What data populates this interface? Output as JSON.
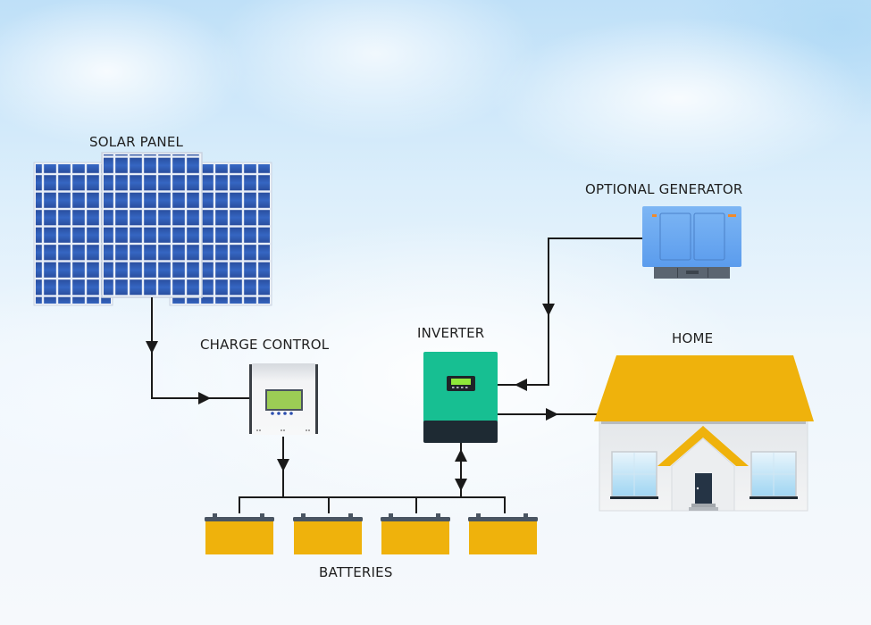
{
  "diagram": {
    "title": "Off-grid solar power system",
    "components": {
      "solar_panel": {
        "label": "SOLAR PANEL"
      },
      "charge_control": {
        "label": "CHARGE CONTROL"
      },
      "inverter": {
        "label": "INVERTER"
      },
      "optional_generator": {
        "label": "OPTIONAL GENERATOR"
      },
      "home": {
        "label": "HOME"
      },
      "batteries": {
        "label": "BATTERIES",
        "count": 4
      }
    },
    "connections": [
      {
        "from": "solar_panel",
        "to": "charge_control",
        "direction": "one-way"
      },
      {
        "from": "charge_control",
        "to": "batteries",
        "direction": "one-way"
      },
      {
        "from": "inverter",
        "to": "batteries",
        "direction": "two-way"
      },
      {
        "from": "optional_generator",
        "to": "inverter",
        "direction": "one-way"
      },
      {
        "from": "inverter",
        "to": "home",
        "direction": "one-way"
      }
    ],
    "colors": {
      "panel_blue": "#2d55a8",
      "inverter_green": "#17bf92",
      "inverter_base": "#1e2a33",
      "generator_blue": "#6aa9f0",
      "roof_yellow": "#efb20c",
      "battery_yellow": "#efb20c",
      "lcd_green": "#9ccc55",
      "line": "#1a1a1a"
    }
  }
}
